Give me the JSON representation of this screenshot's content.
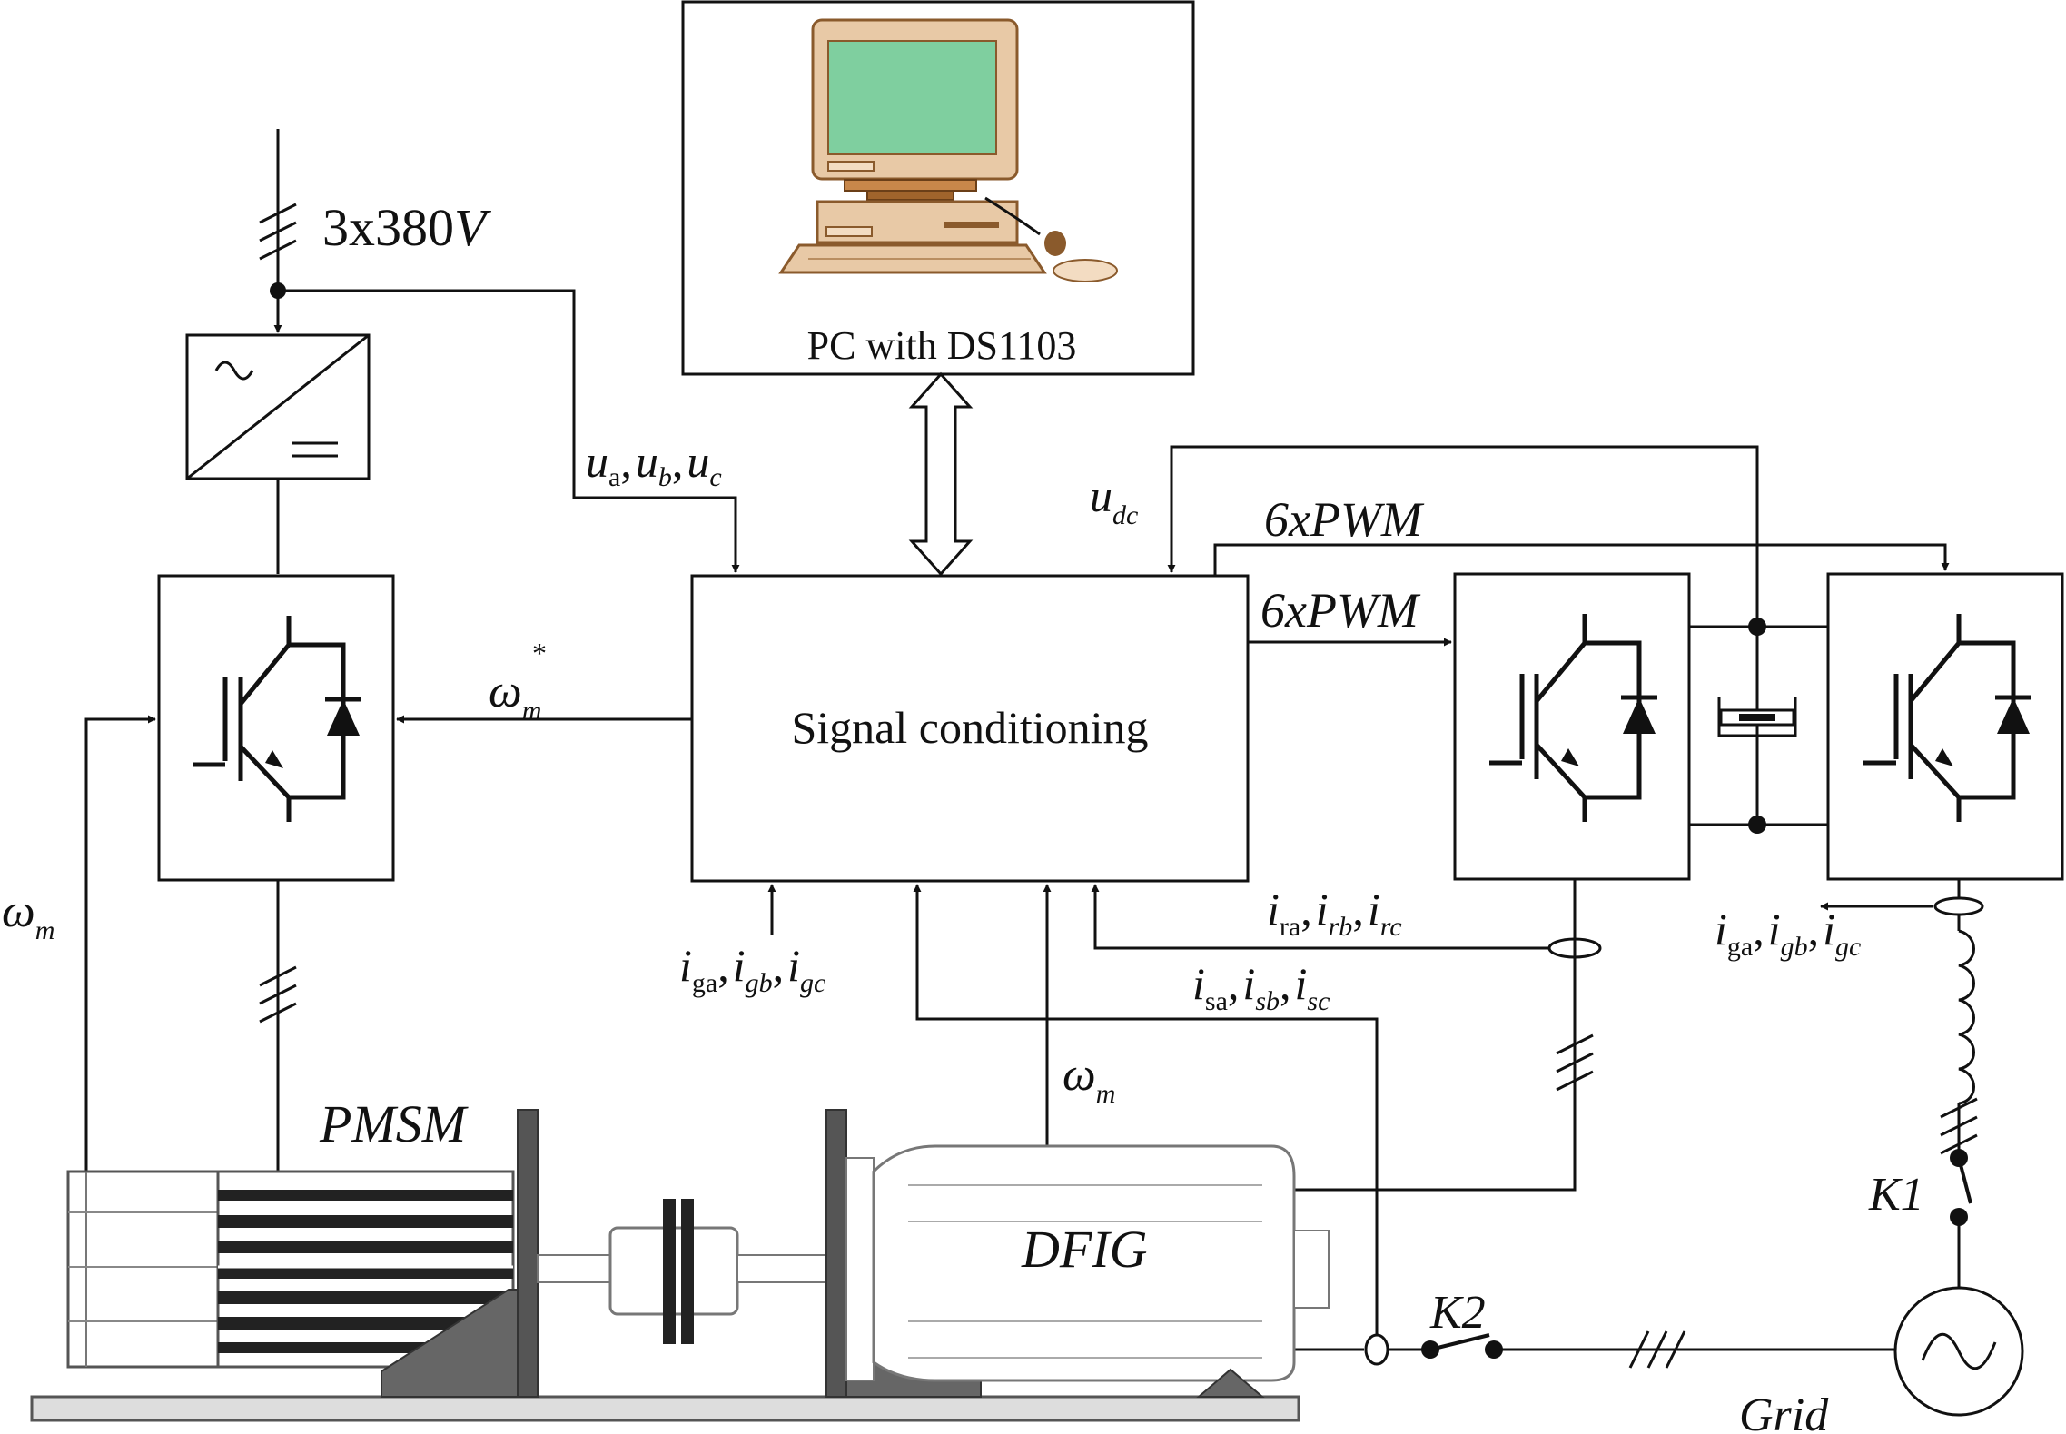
{
  "labels": {
    "pc": "PC with DS1103",
    "signal": "Signal conditioning",
    "supply": "3x380",
    "supply_unit": "V",
    "pwm_top": "6xPWM",
    "pwm_mid": "6xPWM",
    "pmsm": "PMSM",
    "dfig": "DFIG",
    "grid": "Grid",
    "k1": "K1",
    "k2": "K2"
  },
  "signals": {
    "u": {
      "a": "u",
      "a_sub": "a",
      "b": "u",
      "b_sub": "b",
      "c": "u",
      "c_sub": "c"
    },
    "udc": {
      "main": "u",
      "sub": "dc"
    },
    "omega_ref": {
      "main": "ω",
      "sub": "m",
      "sup": "*"
    },
    "omega_left": {
      "main": "ω",
      "sub": "m"
    },
    "omega_bottom": {
      "main": "ω",
      "sub": "m"
    },
    "ig_left": {
      "main": "i",
      "a_sub": "ga",
      "b_sub": "gb",
      "c_sub": "gc"
    },
    "ig_right": {
      "main": "i",
      "a_sub": "ga",
      "b_sub": "gb",
      "c_sub": "gc"
    },
    "ir": {
      "main": "i",
      "a_sub": "ra",
      "b_sub": "rb",
      "c_sub": "rc"
    },
    "is": {
      "main": "i",
      "a_sub": "sa",
      "b_sub": "sb",
      "c_sub": "sc"
    },
    "sep": ","
  },
  "colors": {
    "line": "#111111",
    "screen": "#7fcf9f",
    "monitor": "#e8c9a6",
    "monitor_dark": "#8a5a2c",
    "machine_gray": "#555555",
    "frame_gray": "#666666"
  }
}
